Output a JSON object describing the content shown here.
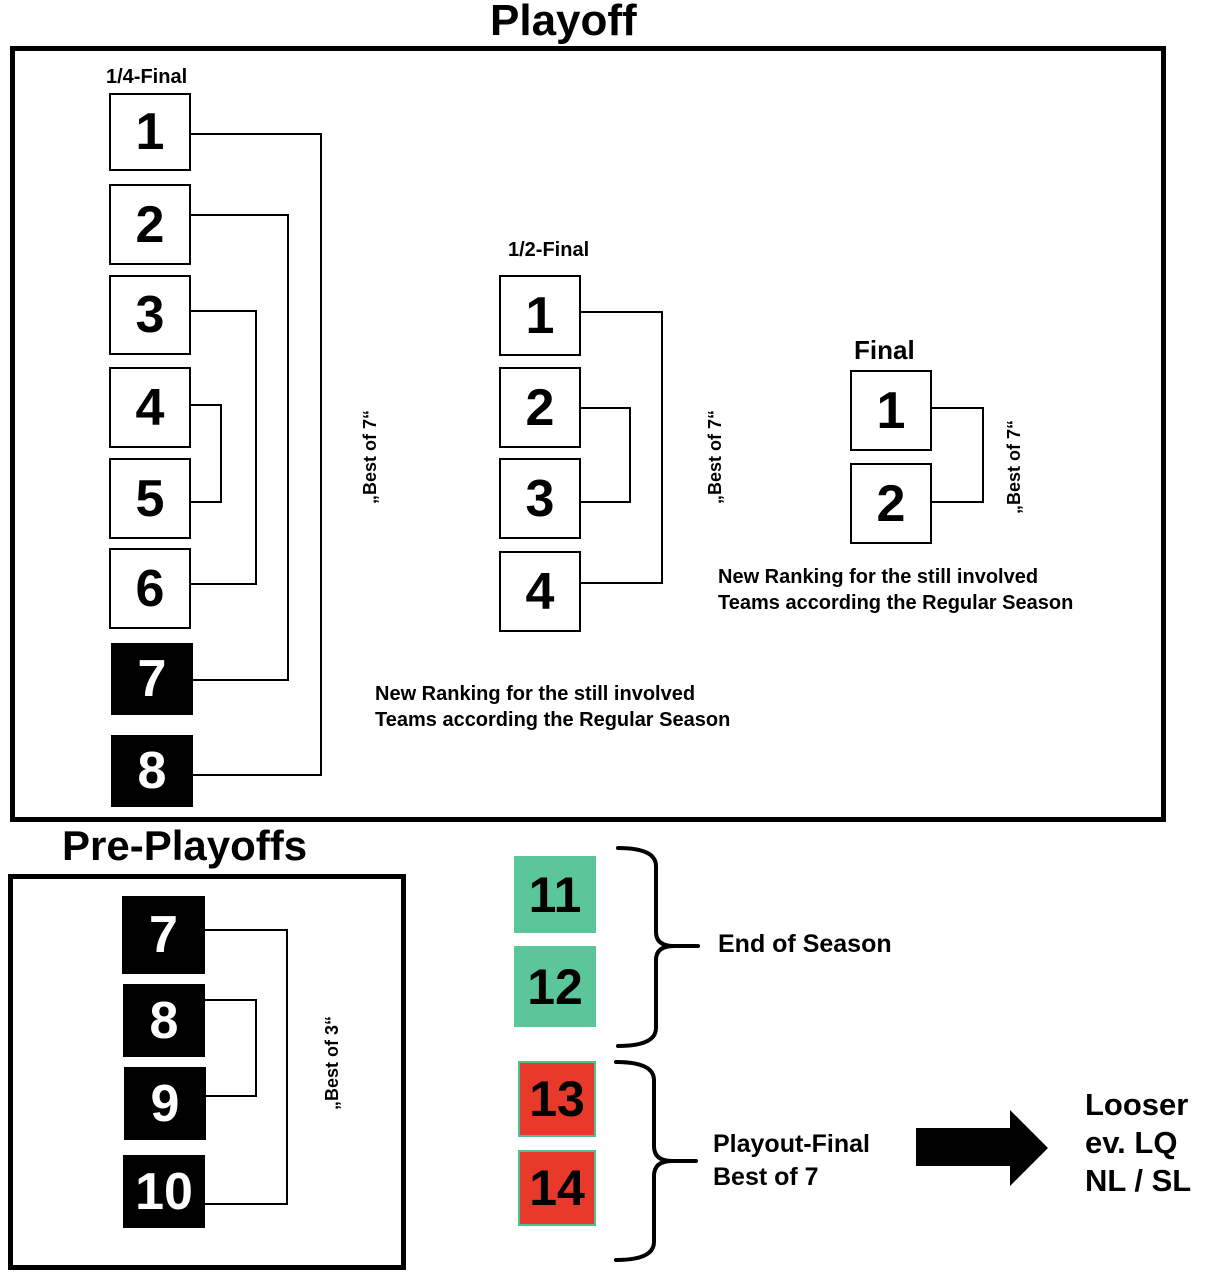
{
  "playoff": {
    "title": "Playoff",
    "quarter": {
      "label": "1/4-Final",
      "seeds": [
        "1",
        "2",
        "3",
        "4",
        "5",
        "6",
        "7",
        "8"
      ],
      "series": "„Best of 7“"
    },
    "semi": {
      "label": "1/2-Final",
      "seeds": [
        "1",
        "2",
        "3",
        "4"
      ],
      "series": "„Best of 7“",
      "note_line1": "New Ranking for the still involved",
      "note_line2": "Teams according the Regular Season"
    },
    "final": {
      "label": "Final",
      "seeds": [
        "1",
        "2"
      ],
      "series": "„Best of 7“",
      "note_line1": "New Ranking for the still involved",
      "note_line2": "Teams according the Regular Season"
    }
  },
  "pre_playoffs": {
    "title": "Pre-Playoffs",
    "seeds": [
      "7",
      "8",
      "9",
      "10"
    ],
    "series": "„Best of 3“"
  },
  "end_of_season": {
    "seeds": [
      "11",
      "12"
    ],
    "label": "End of Season"
  },
  "playout": {
    "seeds": [
      "13",
      "14"
    ],
    "label_line1": "Playout-Final",
    "label_line2": "Best of 7"
  },
  "relegation": {
    "line1": "Looser",
    "line2": "ev. LQ",
    "line3": "NL / SL"
  },
  "colors": {
    "dark_seed": "#000000",
    "end_of_season_green": "#5ac69a",
    "playout_red": "#e8392a"
  }
}
